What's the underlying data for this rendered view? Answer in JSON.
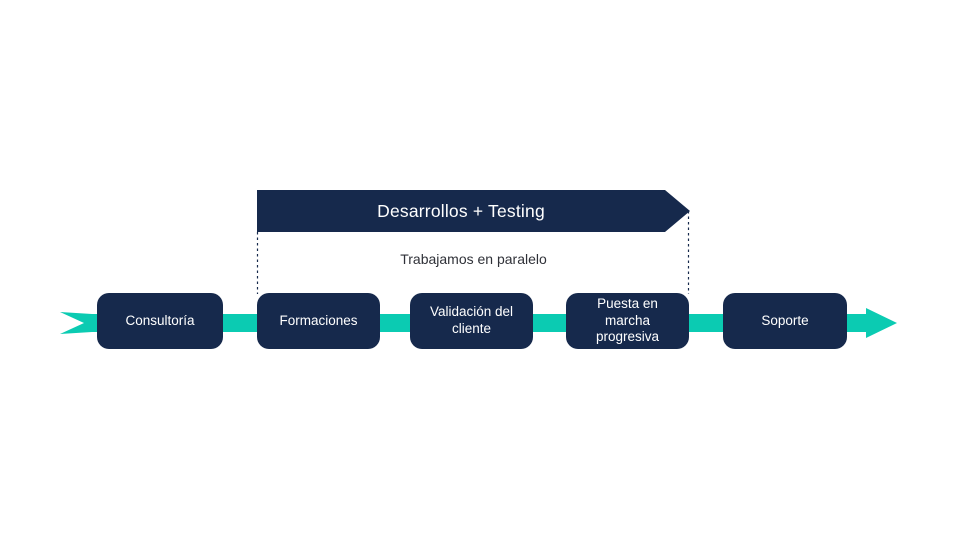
{
  "banner": {
    "label": "Desarrollos + Testing"
  },
  "parallel_note": "Trabajamos en paralelo",
  "timeline": {
    "stages": [
      {
        "label": "Consultoría"
      },
      {
        "label": "Formaciones"
      },
      {
        "label": "Validación del cliente"
      },
      {
        "label": "Puesta en marcha progresiva"
      },
      {
        "label": "Soporte"
      }
    ]
  },
  "icons": {
    "timeline_arrow": "right-arrow-icon"
  },
  "colors": {
    "navy": "#16294c",
    "teal": "#0bcbb2",
    "note_text": "#2f3138",
    "background": "#ffffff"
  }
}
